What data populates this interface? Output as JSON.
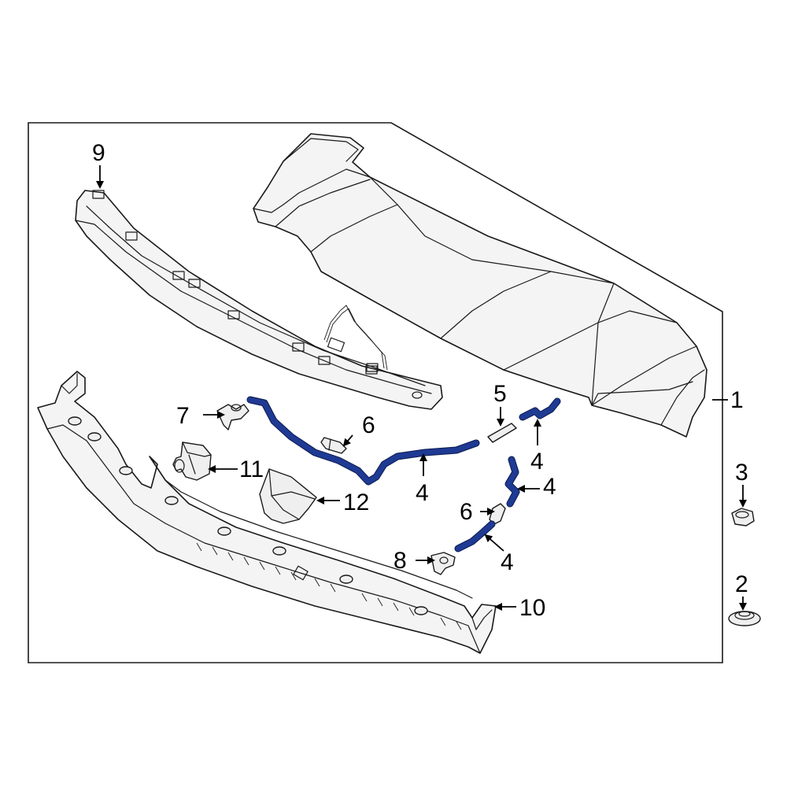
{
  "diagram": {
    "callouts": [
      {
        "id": "c1",
        "label": "1"
      },
      {
        "id": "c2",
        "label": "2"
      },
      {
        "id": "c3",
        "label": "3"
      },
      {
        "id": "c4a",
        "label": "4"
      },
      {
        "id": "c4b",
        "label": "4"
      },
      {
        "id": "c4c",
        "label": "4"
      },
      {
        "id": "c4d",
        "label": "4"
      },
      {
        "id": "c5",
        "label": "5"
      },
      {
        "id": "c6a",
        "label": "6"
      },
      {
        "id": "c6b",
        "label": "6"
      },
      {
        "id": "c7",
        "label": "7"
      },
      {
        "id": "c8",
        "label": "8"
      },
      {
        "id": "c9",
        "label": "9"
      },
      {
        "id": "c10",
        "label": "10"
      },
      {
        "id": "c11",
        "label": "11"
      },
      {
        "id": "c12",
        "label": "12"
      }
    ],
    "colors": {
      "hose": "#1f3a93",
      "line": "#1a1a1a",
      "part_fill": "#f4f4f4"
    }
  }
}
